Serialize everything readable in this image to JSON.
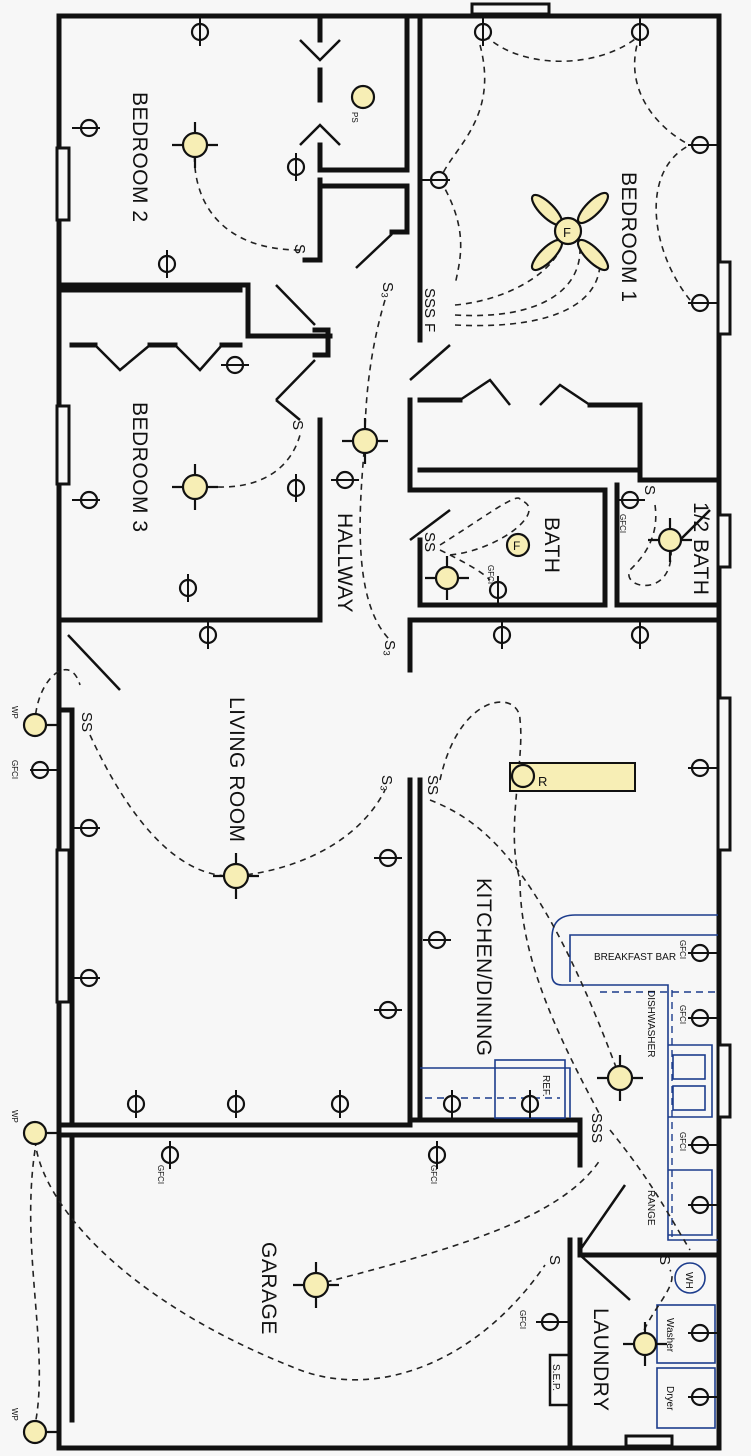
{
  "rooms": {
    "bedroom2": "BEDROOM 2",
    "bedroom1": "BEDROOM 1",
    "bedroom3": "BEDROOM 3",
    "hallway": "HALLWAY",
    "bath": "BATH",
    "half_bath": "1/2 BATH",
    "living_room": "LIVING ROOM",
    "kitchen_dining": "KITCHEN/DINING",
    "garage": "GARAGE",
    "laundry": "LAUNDRY"
  },
  "appliances": {
    "breakfast_bar": "BREAKFAST BAR",
    "dishwasher": "DISHWASHER",
    "refrigerator": "REF.",
    "range": "RANGE",
    "water_heater": "WH",
    "washer": "Washer",
    "dryer": "Dryer",
    "service_panel": "S.E.P."
  },
  "symbols": {
    "switch": "S",
    "switch_3way": "S₃",
    "fan": "F",
    "range_outlet": "R",
    "pull_switch": "PS",
    "gfci": "GFCI",
    "weatherproof": "WP",
    "double_switch": "SS",
    "triple_switch": "SSS",
    "fan_switch": "F"
  },
  "colors": {
    "fixture_fill": "#f7eeb5",
    "wall": "#111111",
    "cabinet_lines": "#1c3c8c",
    "background": "#f7f7f7"
  }
}
